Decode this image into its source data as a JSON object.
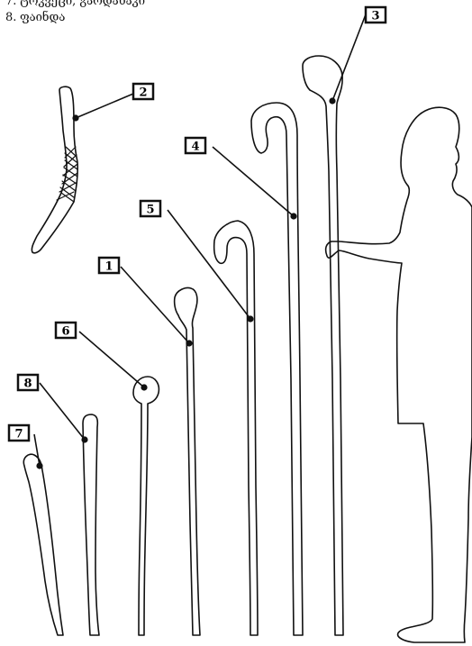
{
  "legend": [
    {
      "num": "7.",
      "text": "ტოკვეცი, გარდახაკი"
    },
    {
      "num": "8.",
      "text": "ფაინდა"
    }
  ],
  "labels": [
    "1",
    "2",
    "3",
    "4",
    "5",
    "6",
    "7",
    "8"
  ]
}
